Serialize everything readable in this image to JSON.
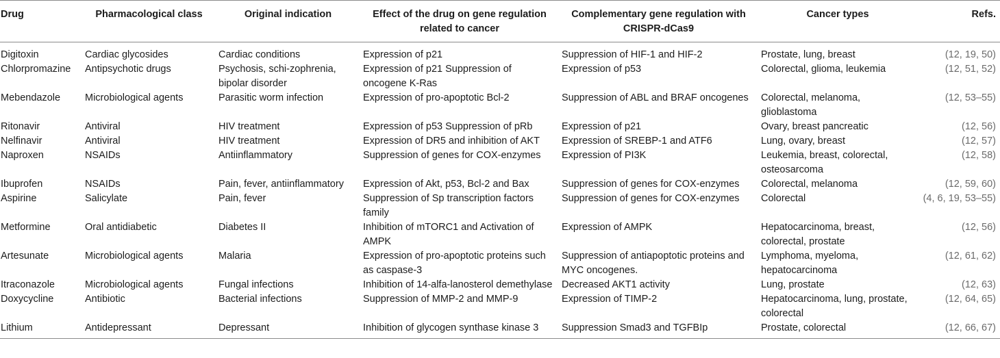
{
  "table": {
    "headers": {
      "drug": "Drug",
      "class": "Pharmacological class",
      "original": "Original indication",
      "effect": "Effect of the drug on gene regulation related to cancer",
      "complementary": "Complementary gene regulation with CRISPR-dCas9",
      "cancer": "Cancer types",
      "refs": "Refs."
    },
    "rows": [
      {
        "drug": "Digitoxin",
        "class": "Cardiac glycosides",
        "original": "Cardiac conditions",
        "effect": "Expression of p21",
        "complementary": "Suppression of HIF-1 and HIF-2",
        "cancer": "Prostate, lung, breast",
        "refs": "(12, 19, 50)"
      },
      {
        "drug": "Chlorpromazine",
        "class": "Antipsychotic drugs",
        "original": "Psychosis, schi-zophrenia, bipolar disorder",
        "effect": "Expression of p21 Suppression of oncogene K-Ras",
        "complementary": "Expression of p53",
        "cancer": "Colorectal, glioma, leukemia",
        "refs": "(12, 51, 52)"
      },
      {
        "drug": "Mebendazole",
        "class": "Microbiological agents",
        "original": "Parasitic worm infection",
        "effect": "Expression of pro-apoptotic Bcl-2",
        "complementary": "Suppression of ABL and BRAF oncogenes",
        "cancer": "Colorectal, melanoma, glioblastoma",
        "refs": "(12, 53–55)"
      },
      {
        "drug": "Ritonavir",
        "class": "Antiviral",
        "original": "HIV treatment",
        "effect": "Expression of p53 Suppression of pRb",
        "complementary": "Expression of p21",
        "cancer": "Ovary, breast pancreatic",
        "refs": "(12, 56)"
      },
      {
        "drug": "Nelfinavir",
        "class": "Antiviral",
        "original": "HIV treatment",
        "effect": "Expression of DR5 and inhibition of AKT",
        "complementary": "Expression of SREBP-1 and ATF6",
        "cancer": "Lung, ovary, breast",
        "refs": "(12, 57)"
      },
      {
        "drug": "Naproxen",
        "class": "NSAIDs",
        "original": "Antiinflammatory",
        "effect": "Suppression of genes for COX-enzymes",
        "complementary": "Expression of PI3K",
        "cancer": "Leukemia, breast, colorectal, osteosarcoma",
        "refs": "(12, 58)"
      },
      {
        "drug": "Ibuprofen",
        "class": "NSAIDs",
        "original": "Pain, fever, antiinflammatory",
        "effect": "Expression of Akt, p53, Bcl-2 and Bax",
        "complementary": "Suppression of genes for COX-enzymes",
        "cancer": "Colorectal, melanoma",
        "refs": "(12, 59, 60)"
      },
      {
        "drug": "Aspirine",
        "class": "Salicylate",
        "original": "Pain, fever",
        "effect": "Suppression of Sp transcription factors family",
        "complementary": "Suppression of genes for COX-enzymes",
        "cancer": "Colorectal",
        "refs": "(4, 6, 19, 53–55)"
      },
      {
        "drug": "Metformine",
        "class": "Oral antidiabetic",
        "original": "Diabetes II",
        "effect": "Inhibition of mTORC1 and Activation of AMPK",
        "complementary": "Expression of AMPK",
        "cancer": "Hepatocarcinoma, breast, colorectal, prostate",
        "refs": "(12, 56)"
      },
      {
        "drug": "Artesunate",
        "class": "Microbiological agents",
        "original": "Malaria",
        "effect": "Expression of pro-apoptotic proteins such as caspase-3",
        "complementary": "Suppression of antiapoptotic proteins and MYC oncogenes.",
        "cancer": "Lymphoma, myeloma, hepatocarcinoma",
        "refs": "(12, 61, 62)"
      },
      {
        "drug": "Itraconazole",
        "class": "Microbiological agents",
        "original": "Fungal infections",
        "effect": "Inhibition of 14-alfa-lanosterol demethylase",
        "complementary": "Decreased AKT1 activity",
        "cancer": "Lung, prostate",
        "refs": "(12, 63)"
      },
      {
        "drug": "Doxycycline",
        "class": "Antibiotic",
        "original": "Bacterial infections",
        "effect": "Suppression of MMP-2 and MMP-9",
        "complementary": "Expression of TIMP-2",
        "cancer": "Hepatocarcinoma, lung, prostate, colorectal",
        "refs": "(12, 64, 65)"
      },
      {
        "drug": "Lithium",
        "class": "Antidepressant",
        "original": "Depressant",
        "effect": "Inhibition of glycogen synthase kinase 3",
        "complementary": "Suppression Smad3 and TGFBIp",
        "cancer": "Prostate, colorectal",
        "refs": "(12, 66, 67)"
      }
    ]
  }
}
